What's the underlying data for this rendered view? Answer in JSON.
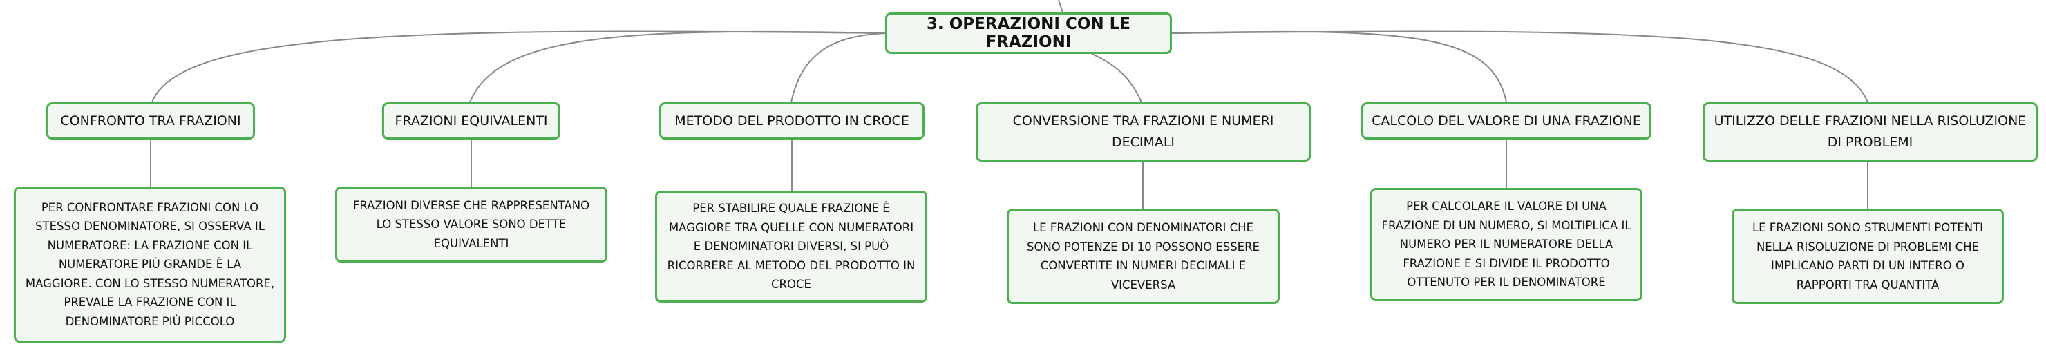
{
  "root": {
    "title": "3. OPERAZIONI CON LE FRAZIONI"
  },
  "colors": {
    "border": "#4caf50",
    "fill": "#f1f8f1",
    "line": "#888888",
    "text": "#111111"
  },
  "branches": [
    {
      "topic": "CONFRONTO TRA FRAZIONI",
      "detail": "PER CONFRONTARE FRAZIONI CON LO STESSO DENOMINATORE, SI OSSERVA IL NUMERATORE: LA FRAZIONE CON IL NUMERATORE PIÙ GRANDE È LA MAGGIORE. CON LO STESSO NUMERATORE, PREVALE LA FRAZIONE CON IL DENOMINATORE PIÙ PICCOLO"
    },
    {
      "topic": "FRAZIONI EQUIVALENTI",
      "detail": "FRAZIONI DIVERSE CHE RAPPRESENTANO LO STESSO VALORE SONO DETTE EQUIVALENTI"
    },
    {
      "topic": "METODO DEL PRODOTTO IN CROCE",
      "detail": "PER STABILIRE QUALE FRAZIONE È MAGGIORE TRA QUELLE CON NUMERATORI E DENOMINATORI DIVERSI, SI PUÒ RICORRERE AL METODO DEL PRODOTTO IN CROCE"
    },
    {
      "topic": "CONVERSIONE TRA FRAZIONI E NUMERI DECIMALI",
      "detail": "LE FRAZIONI CON DENOMINATORI CHE SONO POTENZE DI 10 POSSONO ESSERE CONVERTITE IN NUMERI DECIMALI E VICEVERSA"
    },
    {
      "topic": "CALCOLO DEL VALORE DI UNA FRAZIONE",
      "detail": "PER CALCOLARE IL VALORE DI UNA FRAZIONE DI UN NUMERO, SI MOLTIPLICA IL NUMERO PER IL NUMERATORE DELLA FRAZIONE E SI DIVIDE IL PRODOTTO OTTENUTO PER IL DENOMINATORE"
    },
    {
      "topic": "UTILIZZO DELLE FRAZIONI NELLA RISOLUZIONE DI PROBLEMI",
      "detail": "LE FRAZIONI SONO STRUMENTI POTENTI NELLA RISOLUZIONE DI PROBLEMI CHE IMPLICANO PARTI DI UN INTERO O RAPPORTI TRA QUANTITÀ"
    }
  ]
}
